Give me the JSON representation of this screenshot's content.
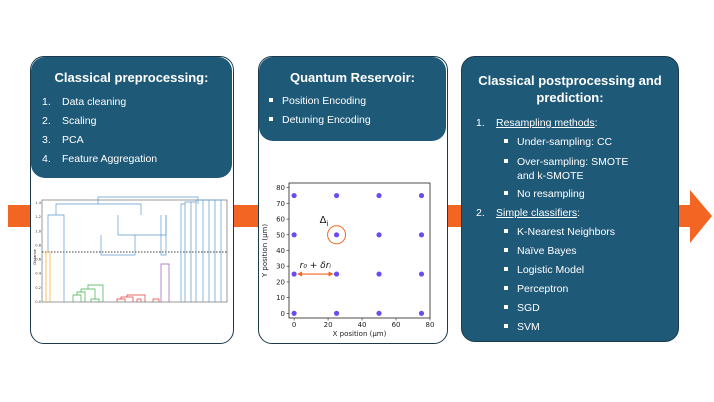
{
  "colors": {
    "header": "#1f5978",
    "arrow": "#f26522",
    "point": "#6a4df2",
    "highlight": "#f26522"
  },
  "panel1": {
    "title": "Classical preprocessing:",
    "items": [
      {
        "num": "1.",
        "label": "Data cleaning"
      },
      {
        "num": "2.",
        "label": "Scaling"
      },
      {
        "num": "3.",
        "label": "PCA"
      },
      {
        "num": "4.",
        "label": "Feature Aggregation"
      }
    ]
  },
  "panel2": {
    "title": "Quantum Reservoir:",
    "items": [
      "Position Encoding",
      "Detuning Encoding"
    ]
  },
  "panel3": {
    "title_line1": "Classical postprocessing and",
    "title_line2": "prediction:",
    "section1": {
      "num": "1.",
      "label": "Resampling methods",
      "suffix": ":"
    },
    "section1_items": [
      "Under-sampling: CC",
      "Over-sampling: SMOTE",
      "and k-SMOTE",
      "No resampling"
    ],
    "section2": {
      "num": "2.",
      "label": "Simple classifiers",
      "suffix": ":"
    },
    "section2_items": [
      "K-Nearest Neighbors",
      "Naïve Bayes",
      "Logistic Model",
      "Perceptron",
      "SGD",
      "SVM"
    ]
  },
  "chart_data": {
    "type": "scatter",
    "xlabel": "X position (μm)",
    "ylabel": "Y position (μm)",
    "xticks": [
      0,
      20,
      40,
      60,
      80
    ],
    "yticks": [
      0,
      10,
      20,
      30,
      40,
      50,
      60,
      70,
      80
    ],
    "xlim": [
      -3,
      80
    ],
    "ylim": [
      -3,
      83
    ],
    "points": [
      [
        0,
        0
      ],
      [
        25,
        0
      ],
      [
        50,
        0
      ],
      [
        75,
        0
      ],
      [
        0,
        25
      ],
      [
        25,
        25
      ],
      [
        50,
        25
      ],
      [
        75,
        25
      ],
      [
        0,
        50
      ],
      [
        25,
        50
      ],
      [
        50,
        50
      ],
      [
        75,
        50
      ],
      [
        0,
        75
      ],
      [
        25,
        75
      ],
      [
        50,
        75
      ],
      [
        75,
        75
      ]
    ],
    "highlight_point": [
      25,
      50
    ],
    "annotation_delta": "Δ",
    "annotation_delta_sub": "i",
    "annotation_r": "r₀ + δrᵢ"
  },
  "dendrogram": {
    "yticks": [
      "1.4",
      "1.2",
      "1.0",
      "0.8",
      "0.6",
      "0.4",
      "0.2",
      "0.0"
    ],
    "ylabel": "Distance"
  }
}
